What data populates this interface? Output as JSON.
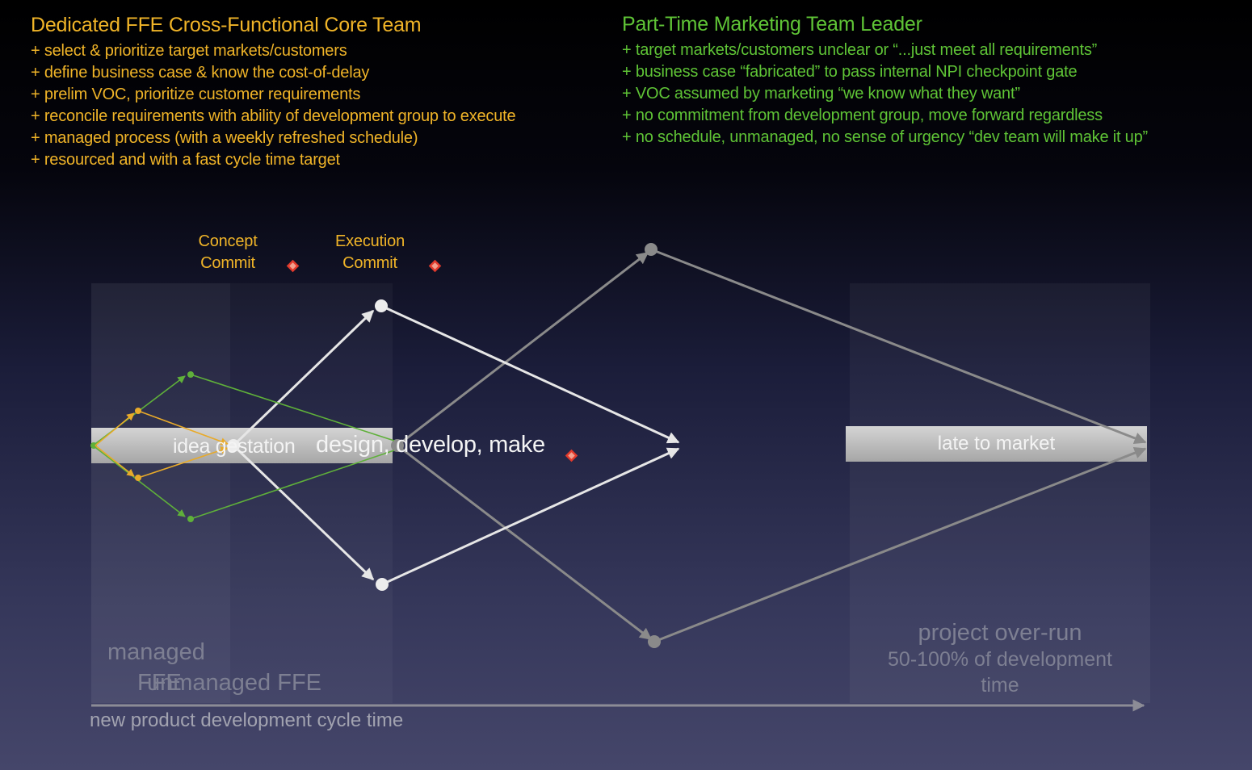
{
  "left_panel": {
    "title": "Dedicated FFE Cross-Functional Core Team",
    "items": [
      "+ select & prioritize target markets/customers",
      "+ define business case & know the cost-of-delay",
      "+ prelim VOC, prioritize customer requirements",
      "+ reconcile requirements with ability of development group to execute",
      "+ managed process (with a weekly refreshed schedule)",
      "+ resourced and with a fast cycle time target"
    ],
    "color": "#f0b428"
  },
  "right_panel": {
    "title": "Part-Time Marketing Team Leader",
    "items": [
      "+ target markets/customers unclear or “...just meet all requirements”",
      "+ business case “fabricated” to pass internal NPI checkpoint gate",
      "+ VOC assumed by marketing “we know what they want”",
      "+ no commitment from development group, move forward regardless",
      "+ no schedule, unmanaged, no sense of urgency “dev team will make it up”"
    ],
    "color": "#5fc436"
  },
  "milestones": {
    "concept_line1": "Concept",
    "concept_line2": "Commit",
    "execution_line1": "Execution",
    "execution_line2": "Commit"
  },
  "phases": {
    "idea_gestation": "idea gestation",
    "design_develop_make": "design, develop, make",
    "late_to_market": "late to market"
  },
  "labels": {
    "managed": "managed",
    "ffe_fragment": "FFE",
    "unmanaged_ffe": "unmanaged FFE",
    "project_overrun": "project over-run",
    "overrun_detail_line1": "50-100% of development",
    "overrun_detail_line2": "time",
    "timeline": "new product development cycle time"
  },
  "colors": {
    "managed_path": "#e8aa2a",
    "unmanaged_path": "#5fb03a",
    "milestone_marker": "#e23a2c",
    "dedicated_team_arrows": "#e6e6e6",
    "part_time_arrows": "#8a8a8a"
  }
}
